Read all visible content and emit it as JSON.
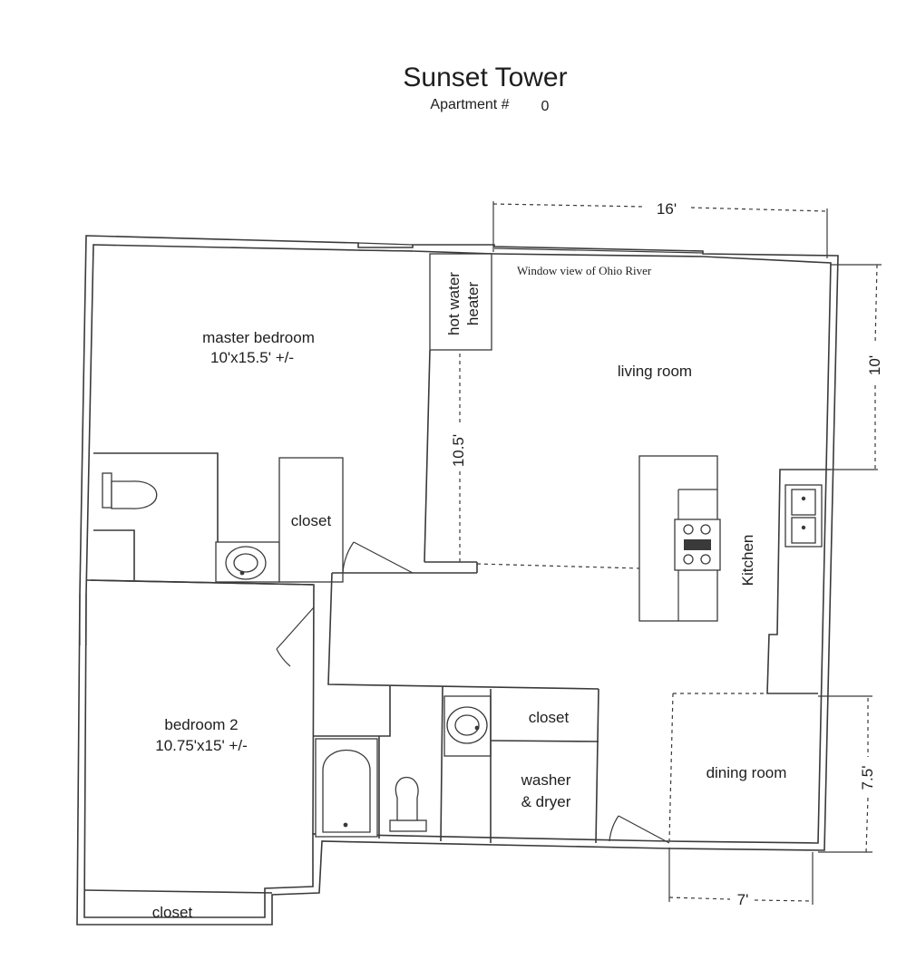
{
  "header": {
    "title": "Sunset Tower",
    "apartment_label": "Apartment #",
    "apartment_number": "0"
  },
  "rooms": {
    "master_bedroom": {
      "name": "master bedroom",
      "size": "10'x15.5' +/-"
    },
    "bedroom_2": {
      "name": "bedroom 2",
      "size": "10.75'x15' +/-"
    },
    "living_room": "living room",
    "kitchen": "Kitchen",
    "dining_room": "dining room",
    "closet_master": "closet",
    "closet_hall": "closet",
    "closet_bedroom2": "closet",
    "washer_dryer_line1": "washer",
    "washer_dryer_line2": "& dryer",
    "water_heater_line1": "hot water",
    "water_heater_line2": "heater"
  },
  "window_note": "Window view of Ohio River",
  "dimensions": {
    "top_width": "16'",
    "right_height": "10'",
    "living_depth": "10.5'",
    "dining_height": "7.5'",
    "dining_width": "7'"
  }
}
